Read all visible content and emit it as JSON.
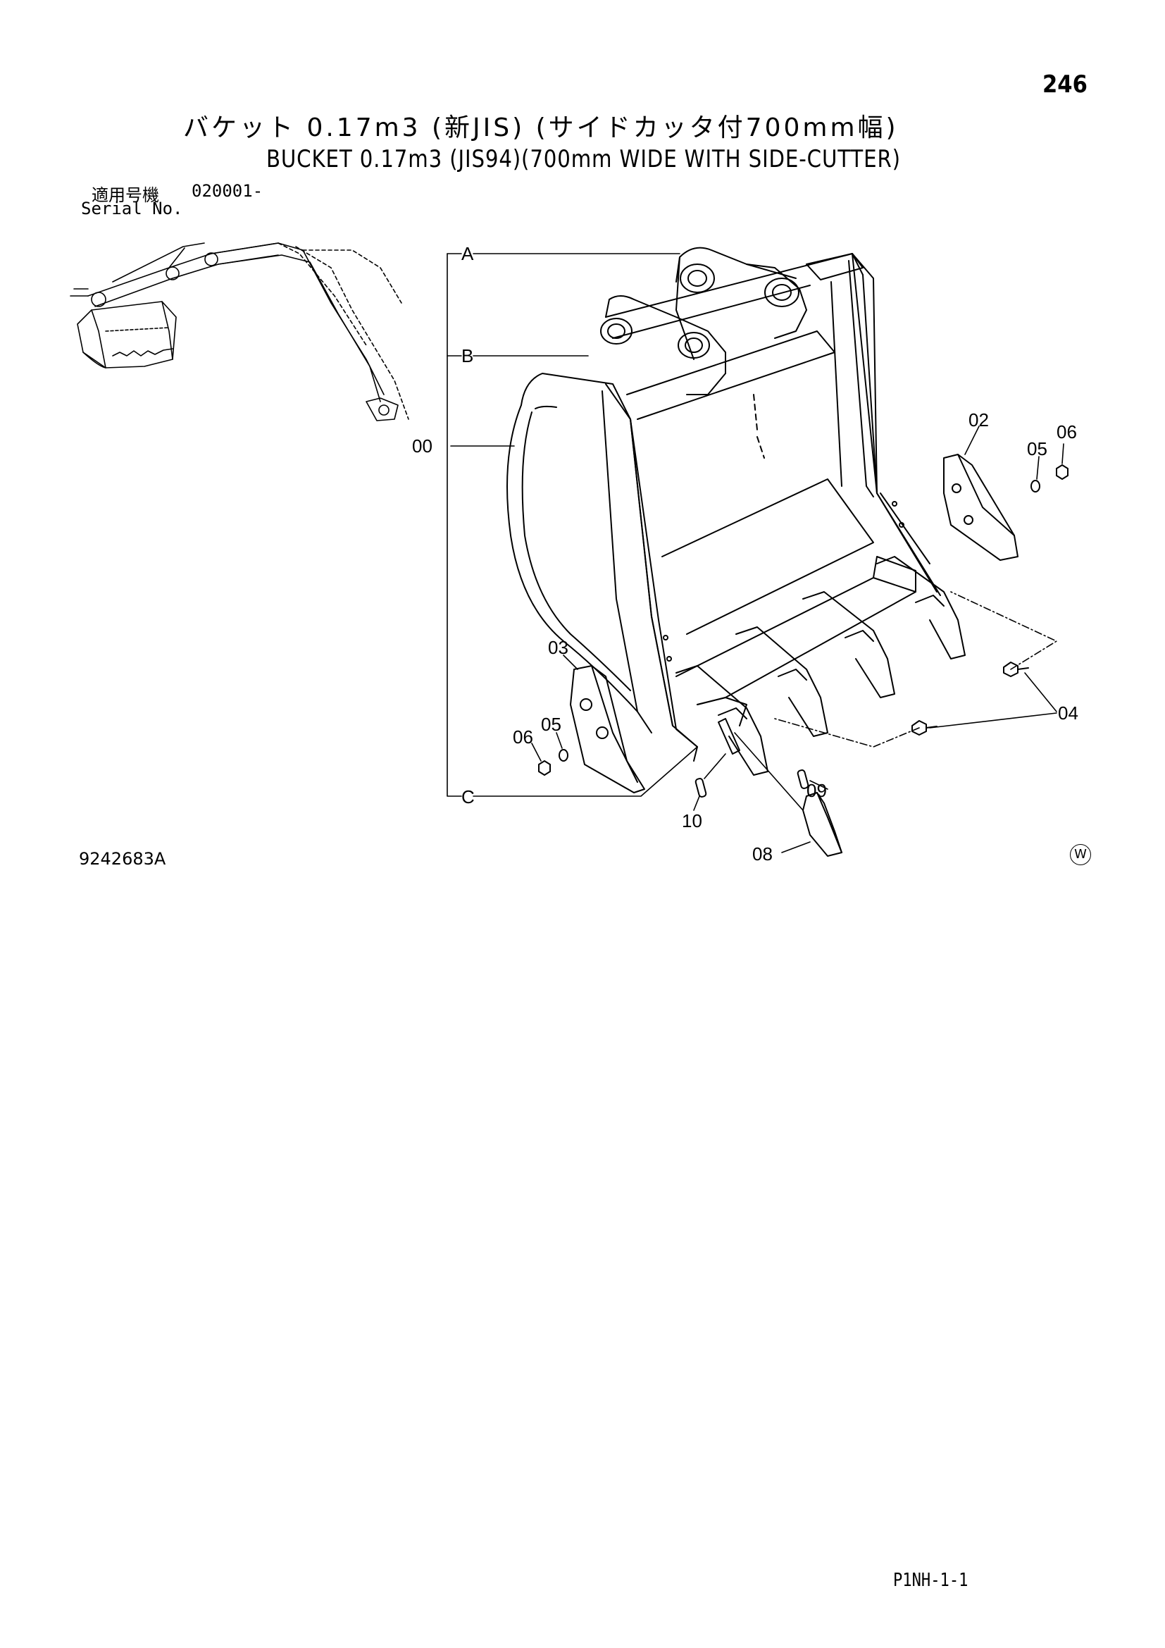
{
  "page": {
    "number": "246",
    "title_jp": "バケット 0.17m3 (新JIS) (サイドカッタ付700mm幅)",
    "title_en": "BUCKET 0.17m3 (JIS94)(700mm WIDE WITH SIDE-CUTTER)",
    "serial_label_jp": "適用号機",
    "serial_value": "020001-",
    "serial_label_en": "Serial No.",
    "drawing_number": "9242683A",
    "corner_mark": "W",
    "footer_code": "P1NH-1-1"
  },
  "diagram": {
    "callouts": {
      "A": "A",
      "B": "B",
      "C": "C",
      "00": "00",
      "02": "02",
      "03": "03",
      "04": "04",
      "05_right": "05",
      "06_right": "06",
      "05_left": "05",
      "06_left": "06",
      "08": "08",
      "09": "09",
      "10": "10"
    }
  }
}
